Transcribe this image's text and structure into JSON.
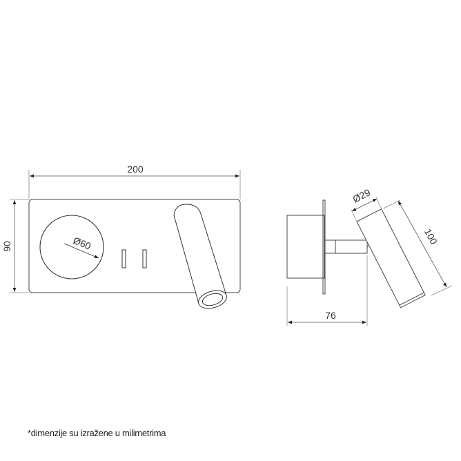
{
  "diagram": {
    "type": "technical-dimension-drawing",
    "views": [
      "front-view",
      "side-view"
    ],
    "colors": {
      "line": "#333333",
      "dim_line": "#8a8a8a",
      "background": "#ffffff"
    },
    "front_view": {
      "width_label": "200",
      "height_label": "90",
      "circle_label": "Ø60"
    },
    "side_view": {
      "depth_label": "76",
      "tube_diameter_label": "Ø29",
      "tube_length_label": "100"
    }
  },
  "footnote": "*dimenzije su izražene u milimetrima"
}
